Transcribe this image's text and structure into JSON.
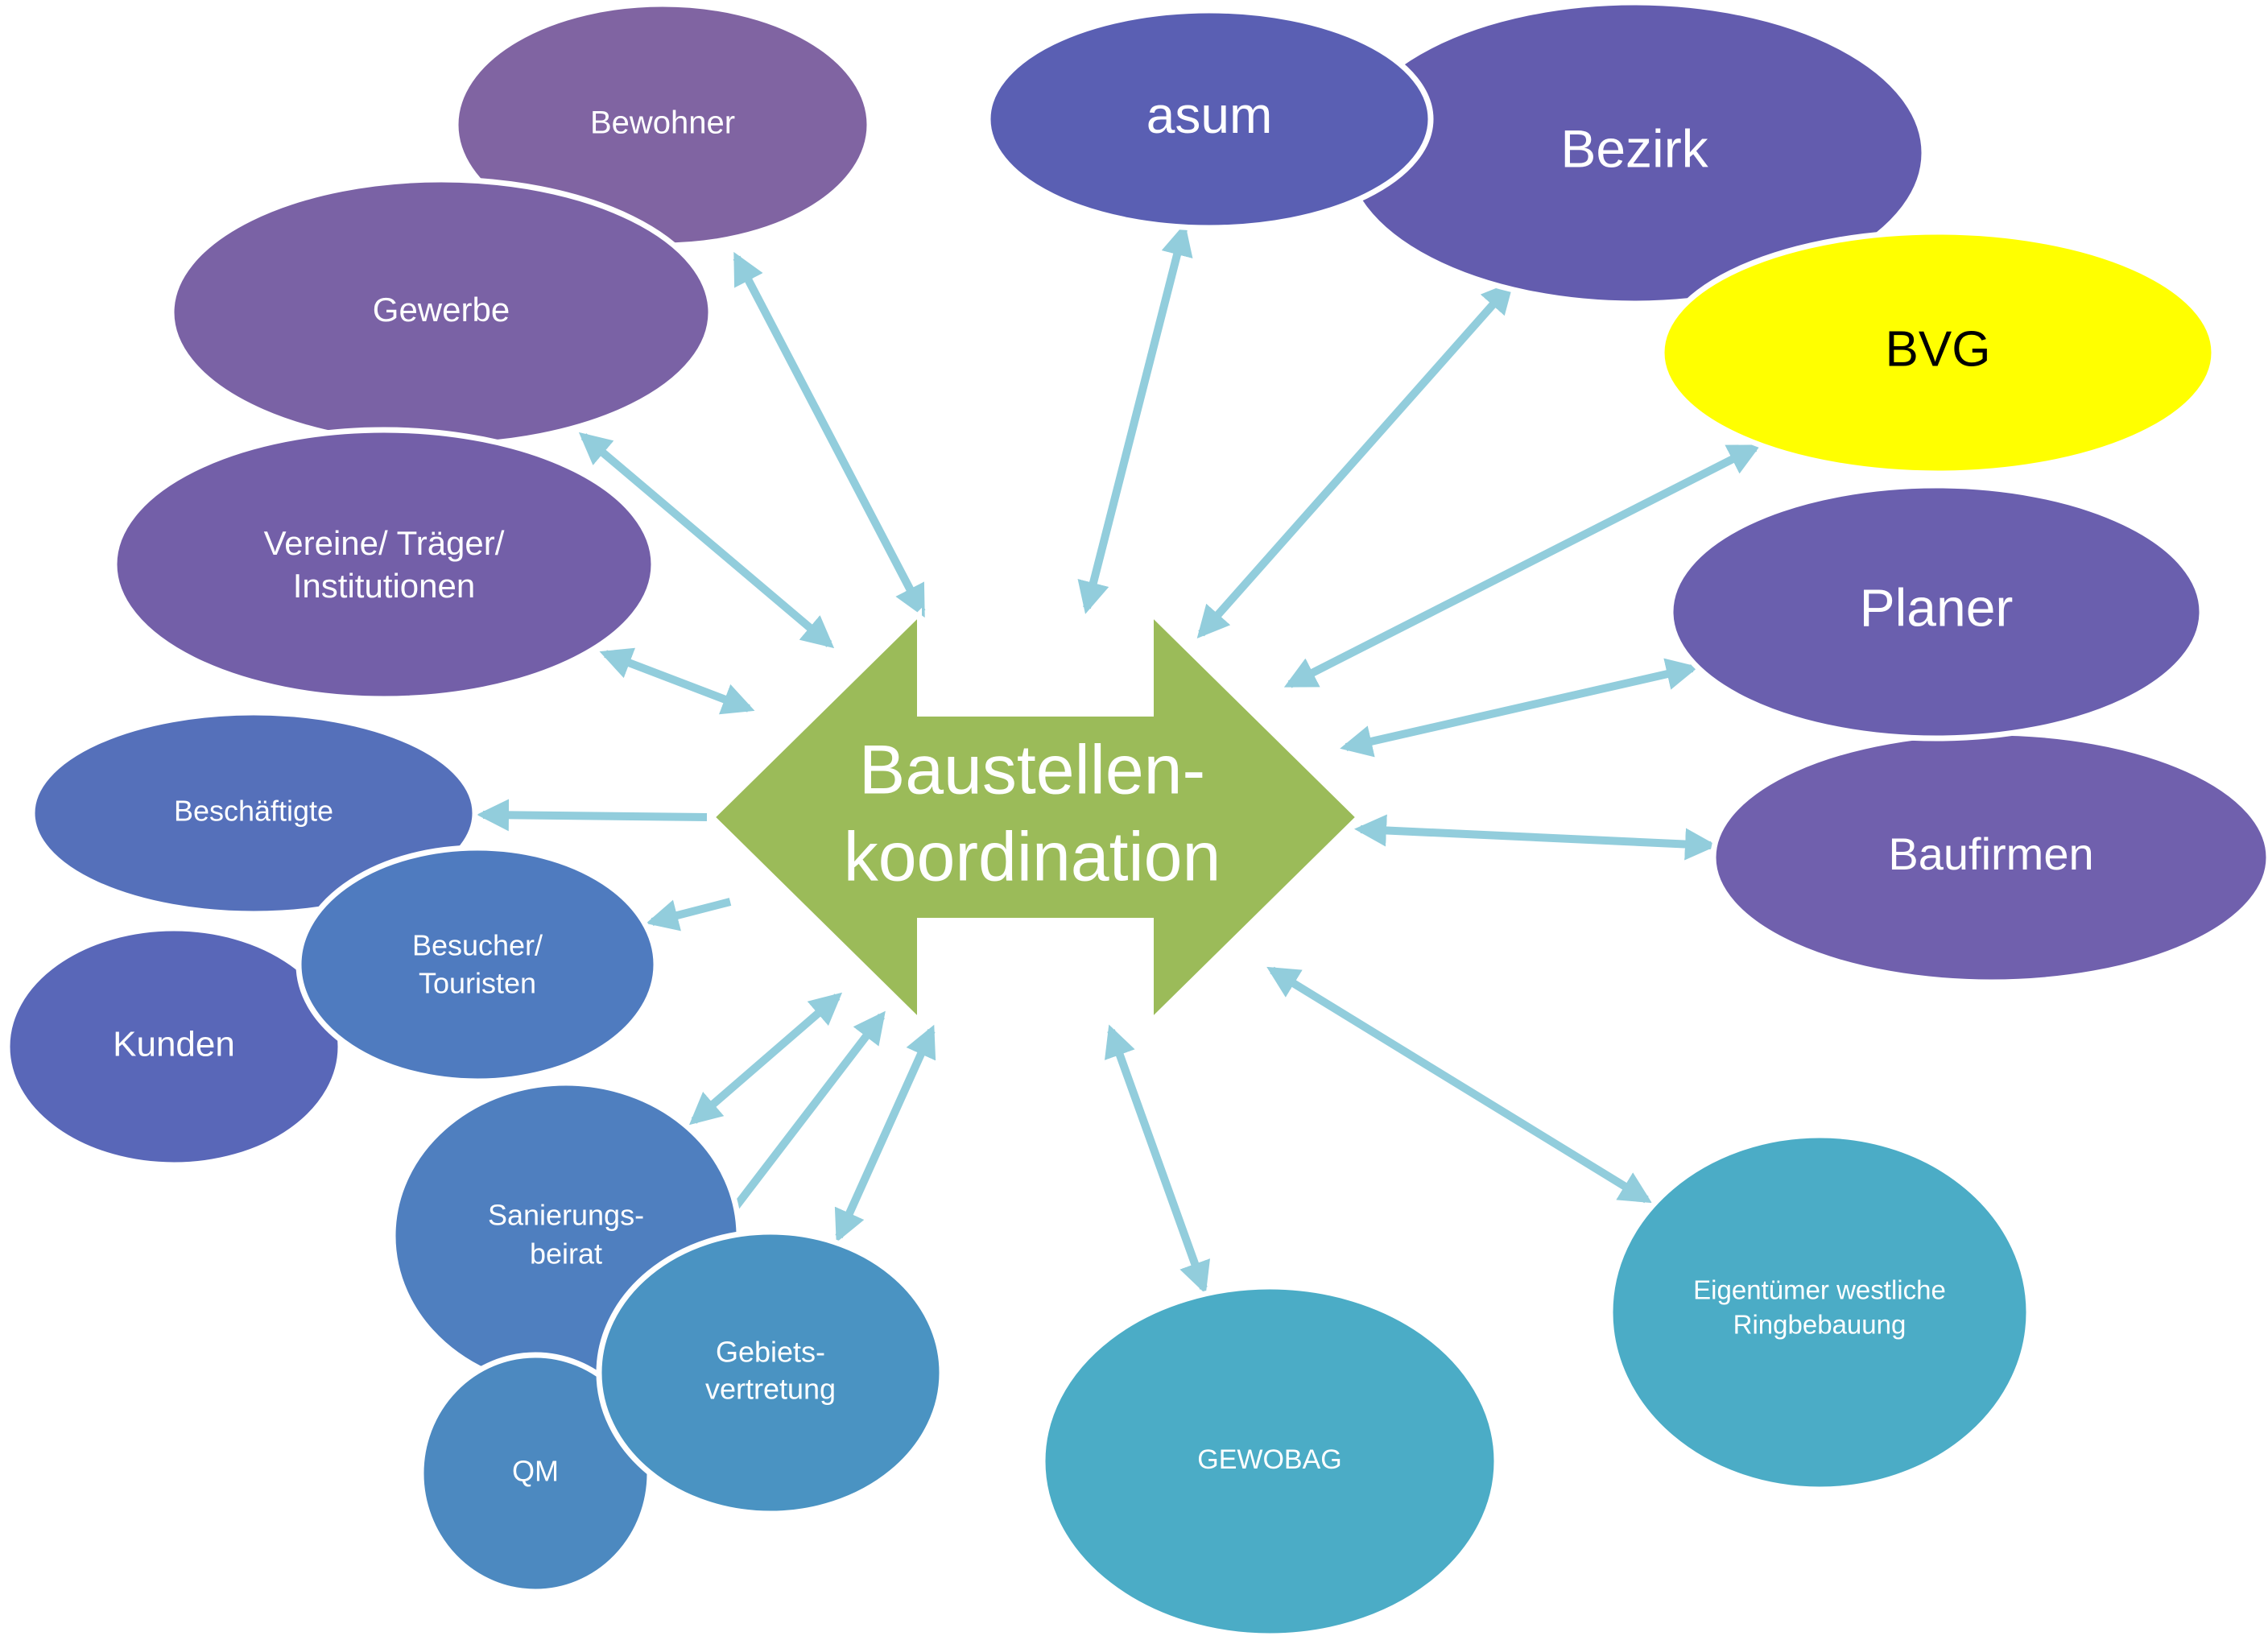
{
  "center": {
    "lines": [
      "Baustellen-",
      "koordination"
    ],
    "color": "#9bbb59"
  },
  "arrow_color": "#92cddc",
  "nodes": [
    {
      "id": "bewohner",
      "lines": [
        "Bewohner"
      ],
      "color": "#8064a2"
    },
    {
      "id": "gewerbe",
      "lines": [
        "Gewerbe"
      ],
      "color": "#7a62a5"
    },
    {
      "id": "vereine",
      "lines": [
        "Vereine/ Träger/",
        "Institutionen"
      ],
      "color": "#735fa8"
    },
    {
      "id": "beschaeftigte",
      "lines": [
        "Beschäftigte"
      ],
      "color": "#5570ba"
    },
    {
      "id": "kunden",
      "lines": [
        "Kunden"
      ],
      "color": "#5967b8"
    },
    {
      "id": "besucher",
      "lines": [
        "Besucher/",
        "Touristen"
      ],
      "color": "#4f7bbf"
    },
    {
      "id": "sanierungsbeirat",
      "lines": [
        "Sanierungs-",
        "beirat"
      ],
      "color": "#4f7fbf"
    },
    {
      "id": "qm",
      "lines": [
        "QM"
      ],
      "color": "#4c89c0"
    },
    {
      "id": "gebietsvertretung",
      "lines": [
        "Gebiets-",
        "vertretung"
      ],
      "color": "#4a93c2"
    },
    {
      "id": "gewobag",
      "lines": [
        "GEWOBAG"
      ],
      "color": "#4bacc6"
    },
    {
      "id": "eigentuemer",
      "lines": [
        "Eigentümer westliche",
        "Ringbebauung"
      ],
      "color": "#4bacc6"
    },
    {
      "id": "baufirmen",
      "lines": [
        "Baufirmen"
      ],
      "color": "#7060ad"
    },
    {
      "id": "planer",
      "lines": [
        "Planer"
      ],
      "color": "#6a5fae"
    },
    {
      "id": "bvg",
      "lines": [
        "BVG"
      ],
      "color": "#ffff00"
    },
    {
      "id": "bezirk",
      "lines": [
        "Bezirk"
      ],
      "color": "#635cae"
    },
    {
      "id": "asum",
      "lines": [
        "asum"
      ],
      "color": "#5a5fb3"
    }
  ]
}
